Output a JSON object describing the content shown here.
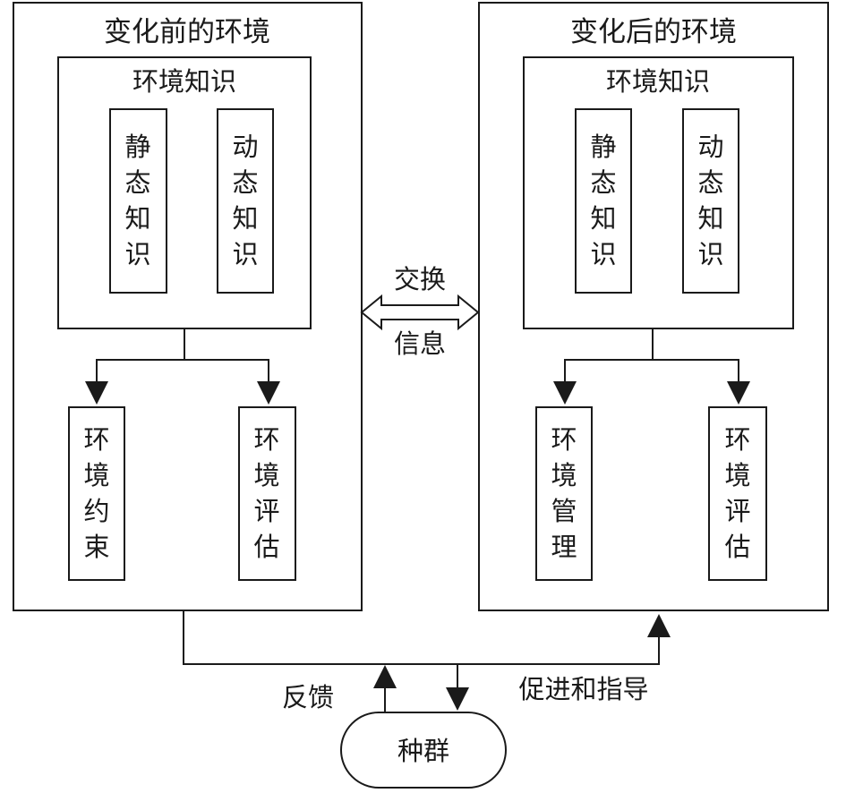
{
  "before_env": {
    "title": "变化前的环境",
    "knowledge_title": "环境知识",
    "static_knowledge": "静态知识",
    "dynamic_knowledge": "动态知识",
    "constraint": "环境约束",
    "evaluation": "环境评估"
  },
  "after_env": {
    "title": "变化后的环境",
    "knowledge_title": "环境知识",
    "static_knowledge": "静态知识",
    "dynamic_knowledge": "动态知识",
    "management": "环境管理",
    "evaluation": "环境评估"
  },
  "exchange": {
    "top_label": "交换",
    "bottom_label": "信息"
  },
  "population": {
    "label": "种群",
    "feedback_label": "反馈",
    "guidance_label": "促进和指导"
  }
}
